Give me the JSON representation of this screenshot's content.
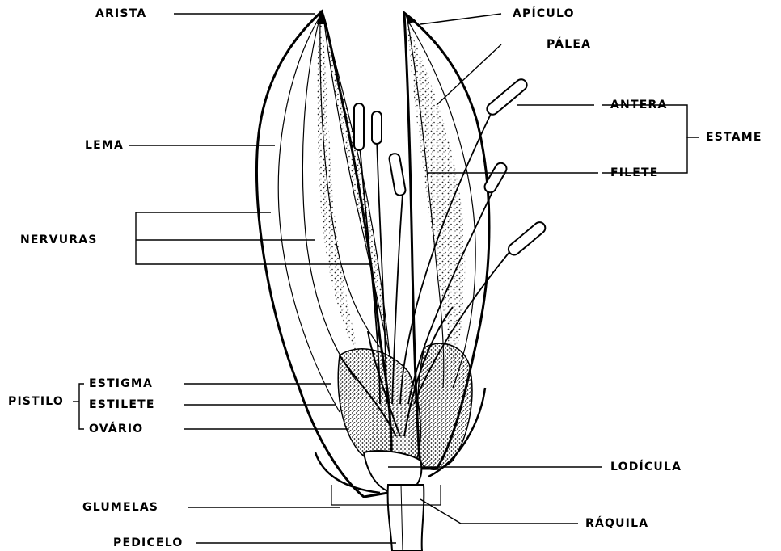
{
  "diagram": {
    "colors": {
      "ink": "#000000",
      "background": "#ffffff",
      "stipple": "#333333"
    },
    "labels": {
      "arista": "ARISTA",
      "apiculo": "APÍCULO",
      "palea": "PÁLEA",
      "antera": "ANTERA",
      "estame": "ESTAME",
      "lema": "LEMA",
      "filete": "FILETE",
      "nervuras": "NERVURAS",
      "estigma": "ESTIGMA",
      "pistilo": "PISTILO",
      "estilete": "ESTILETE",
      "ovario": "OVÁRIO",
      "lodicula": "LODÍCULA",
      "glumelas": "GLUMELAS",
      "raquila": "RÁQUILA",
      "pedicelo": "PEDICELO"
    }
  }
}
